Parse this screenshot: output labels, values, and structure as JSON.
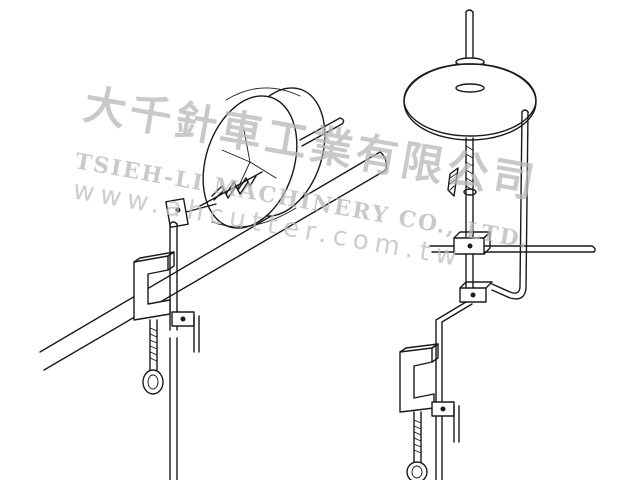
{
  "watermark": {
    "company_chinese": "大千針車工業有限公司",
    "company_english": "TSIEH-LI MACHINERY CO., LTD.",
    "website": "www.ahcutter.com.tw"
  },
  "colors": {
    "ink": "#1a1a1a",
    "watermark": "#b8b8b8",
    "background": "#ffffff"
  }
}
